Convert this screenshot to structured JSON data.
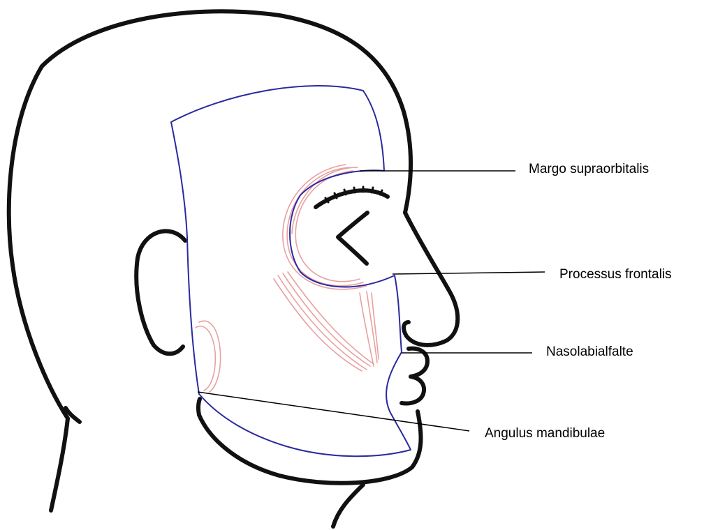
{
  "labels": {
    "margo_supraorbitalis": "Margo supraorbitalis",
    "processus_frontalis": "Processus frontalis",
    "nasolabialfalte": "Nasolabialfalte",
    "angulus_mandibulae": "Angulus mandibulae"
  },
  "colors": {
    "outline": "#111111",
    "region": "#2a2aa0",
    "muscle": "#e8a0a0",
    "leader": "#000000"
  }
}
